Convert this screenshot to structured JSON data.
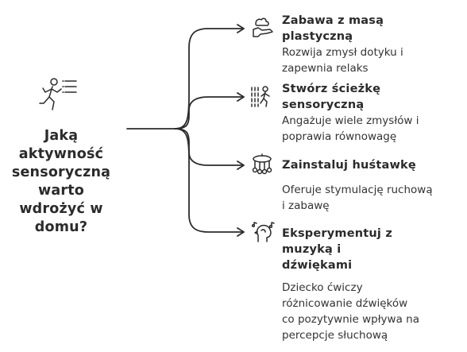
{
  "root": {
    "title": "Jaką\naktywność\nsensoryczną\nwarto\nwdrożyć w\ndomu?",
    "icon": "person-running-icon"
  },
  "branches": [
    {
      "title": "Zabawa z masą\nplastyczną",
      "description": "Rozwija zmysł dotyku i\nzapewnia relaks",
      "icon": "hand-with-clay-icon"
    },
    {
      "title": "Stwórz ścieżkę\nsensoryczną",
      "description": "Angażuje wiele zmysłów i\npoprawia równowagę",
      "icon": "person-walking-path-icon"
    },
    {
      "title": "Zainstaluj huśtawkę",
      "description": "Oferuje stymulację ruchową\ni zabawę",
      "icon": "swing-carousel-icon"
    },
    {
      "title": "Eksperymentuj z\nmuzyką i\ndźwiękami",
      "description": "Dziecko ćwiczy\nróżnicowanie dźwięków\nco pozytywnie wpływa na\npercepcje słuchową",
      "icon": "head-with-music-notes-icon"
    }
  ],
  "colors": {
    "ink": "#2b2b2b",
    "background": "#ffffff"
  }
}
